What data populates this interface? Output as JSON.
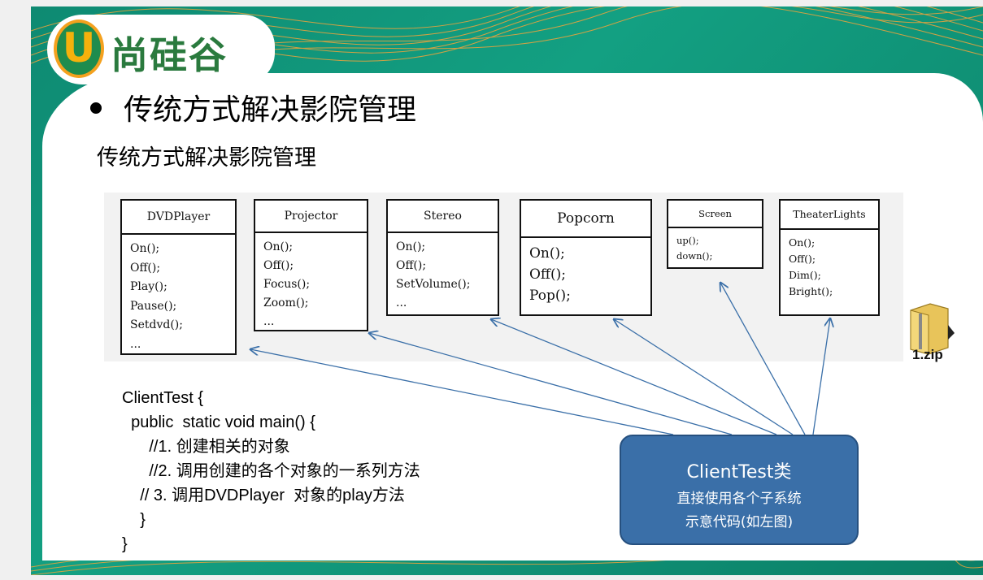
{
  "logo": {
    "letter": "U",
    "text": "尚硅谷"
  },
  "title": "传统方式解决影院管理",
  "subtitle": "传统方式解决影院管理",
  "classes": [
    {
      "name": "DVDPlayer",
      "methods": [
        "On();",
        "Off();",
        "Play();",
        "Pause();",
        "Setdvd();",
        "..."
      ]
    },
    {
      "name": "Projector",
      "methods": [
        "On();",
        "Off();",
        "Focus();",
        "Zoom();",
        "..."
      ]
    },
    {
      "name": "Stereo",
      "methods": [
        "On();",
        "Off();",
        "SetVolume();",
        "..."
      ]
    },
    {
      "name": "Popcorn",
      "methods": [
        "On();",
        "Off();",
        "Pop();"
      ]
    },
    {
      "name": "Screen",
      "methods": [
        "up();",
        "down();"
      ]
    },
    {
      "name": "TheaterLights",
      "methods": [
        "On();",
        "Off();",
        "Dim();",
        "Bright();"
      ]
    }
  ],
  "code": [
    "ClientTest {",
    "  public  static void main() {",
    "      //1. 创建相关的对象",
    "      //2. 调用创建的各个对象的一系列方法",
    "    // 3. 调用DVDPlayer  对象的play方法",
    "    }",
    "}"
  ],
  "note": {
    "title": "ClientTest类",
    "lines": [
      "直接使用各个子系统",
      "示意代码(如左图)"
    ]
  },
  "attachment": {
    "label": "1.zip",
    "icon": "zip-folder-icon"
  },
  "colors": {
    "slide_bg": "#0e8a72",
    "note_bg": "#3a6fa8",
    "arrow": "#3a6fa8",
    "logo_green": "#1e8c4e",
    "logo_orange": "#f4a11e"
  }
}
